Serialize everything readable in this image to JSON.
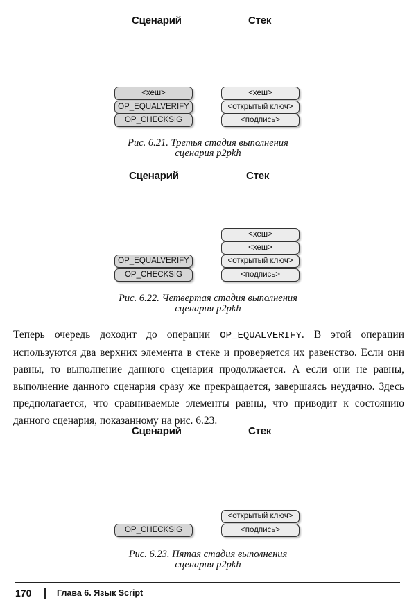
{
  "headers": {
    "script": "Сценарий",
    "stack": "Стек"
  },
  "fig21": {
    "script": [
      "<хеш>",
      "OP_EQUALVERIFY",
      "OP_CHECKSIG"
    ],
    "stack": [
      "<хеш>",
      "<открытый ключ>",
      "<подпись>"
    ],
    "caption_line1": "Рис. 6.21. Третья стадия выполнения",
    "caption_line2": "сценария p2pkh"
  },
  "fig22": {
    "script": [
      "OP_EQUALVERIFY",
      "OP_CHECKSIG"
    ],
    "stack": [
      "<хеш>",
      "<хеш>",
      "<открытый ключ>",
      "<подпись>"
    ],
    "caption_line1": "Рис. 6.22. Четвертая стадия выполнения",
    "caption_line2": "сценария p2pkh"
  },
  "paragraph": {
    "before_code": "Теперь очередь доходит до операции ",
    "code": "OP_EQUALVERIFY",
    "after_code": ". В этой операции используются два верхних элемента в стеке и проверяется их равенство. Если они равны, то выполнение данного сценария продолжается. А если они не равны, выполнение данного сценария сразу же прекращается, завершаясь неудачно. Здесь предполагается, что сравниваемые элементы равны, что приводит к состоянию данного сценария, показанному на рис. 6.23."
  },
  "fig23": {
    "script": [
      "OP_CHECKSIG"
    ],
    "stack": [
      "<открытый ключ>",
      "<подпись>"
    ],
    "caption_line1": "Рис. 6.23. Пятая стадия выполнения",
    "caption_line2": "сценария p2pkh"
  },
  "footer": {
    "page_number": "170",
    "running_title": "Глава 6. Язык Script"
  }
}
